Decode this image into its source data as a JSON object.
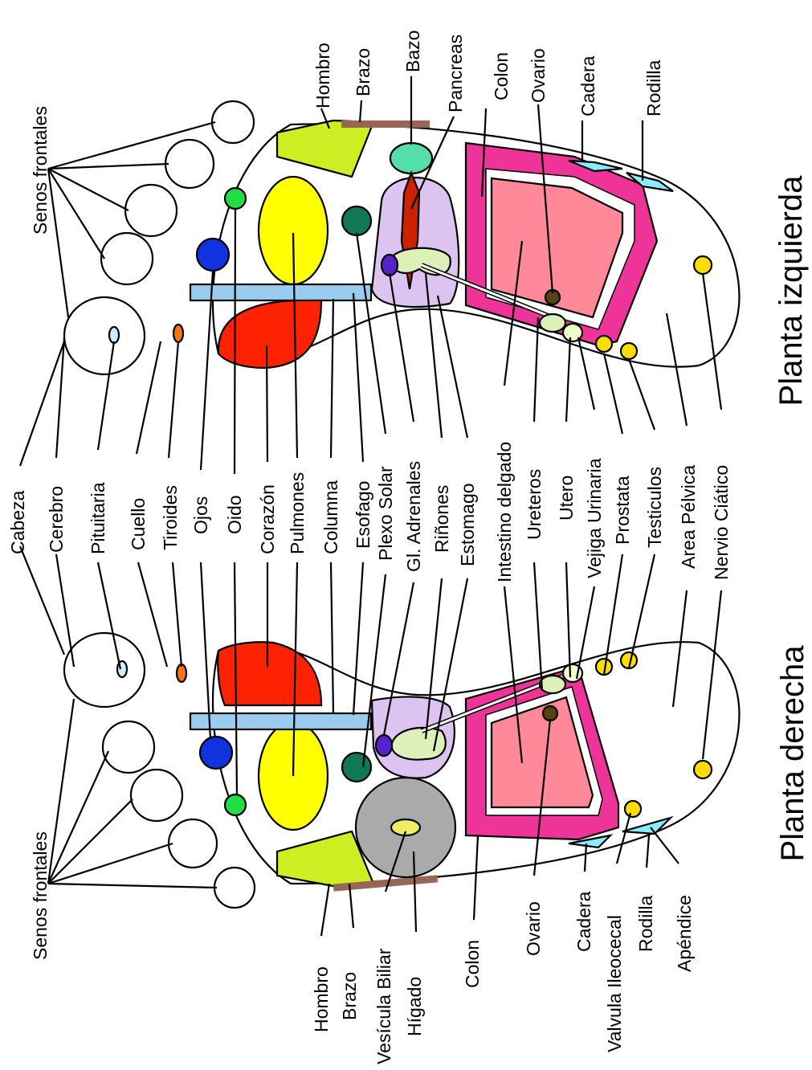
{
  "titles": {
    "left": "Planta izquierda",
    "right": "Planta derecha"
  },
  "top_labels": {
    "senos": "Senos frontales",
    "hombro": "Hombro",
    "brazo": "Brazo",
    "bazo": "Bazo",
    "pancreas": "Pancreas",
    "colon": "Colon",
    "ovario": "Ovario",
    "cadera": "Cadera",
    "rodilla": "Rodilla"
  },
  "middle_labels": {
    "cabeza": "Cabeza",
    "cerebro": "Cerebro",
    "pituitaria": "Pituitaria",
    "cuello": "Cuello",
    "tiroides": "Tiroides",
    "ojos": "Ojos",
    "oido": "Oido",
    "corazon": "Corazón",
    "pulmones": "Pulmones",
    "columna": "Columna",
    "esofago": "Esofago",
    "plexo": "Plexo Solar",
    "adrenales": "Gl. Adrenales",
    "rinones": "Riñones",
    "estomago": "Estomago",
    "intestino": "Intestino delgado",
    "ureteros": "Ureteros",
    "utero": "Utero",
    "vejiga": "Vejiga Urinaria",
    "prostata": "Prostata",
    "testiculos": "Testiculos",
    "pelvica": "Area Pélvica",
    "ciatico": "Nervio Ciático"
  },
  "bottom_labels": {
    "senos": "Senos frontales",
    "hombro": "Hombro",
    "brazo": "Brazo",
    "vesicula": "Vesícula Biliar",
    "higado": "Hígado",
    "colon": "Colon",
    "ovario": "Ovario",
    "cadera": "Cadera",
    "valvula": "Valvula Ileocecal",
    "rodilla": "Rodilla",
    "apendice": "Apéndice"
  },
  "colors": {
    "heart": "#ff2200",
    "lungs": "#ffff00",
    "shoulder": "#ccee22",
    "spine": "#99ccee",
    "eyes": "#1133dd",
    "ears": "#22dd44",
    "solar_plexus": "#117755",
    "kidneys_area": "#ddc4f0",
    "adrenal": "#5522cc",
    "pancreas": "#ddf0b8",
    "spleen": "#55ddaa",
    "stomach": "#cc2200",
    "colon": "#ee3399",
    "intestine": "#ff8899",
    "liver": "#aaaaaa",
    "gallbladder": "#eeee66",
    "thyroid": "#ee7711",
    "pituitary": "#cceeff",
    "hip_knee": "#88eeff",
    "yellow_points": "#ffdd00",
    "ovary": "#554411",
    "arm": "#996655"
  }
}
